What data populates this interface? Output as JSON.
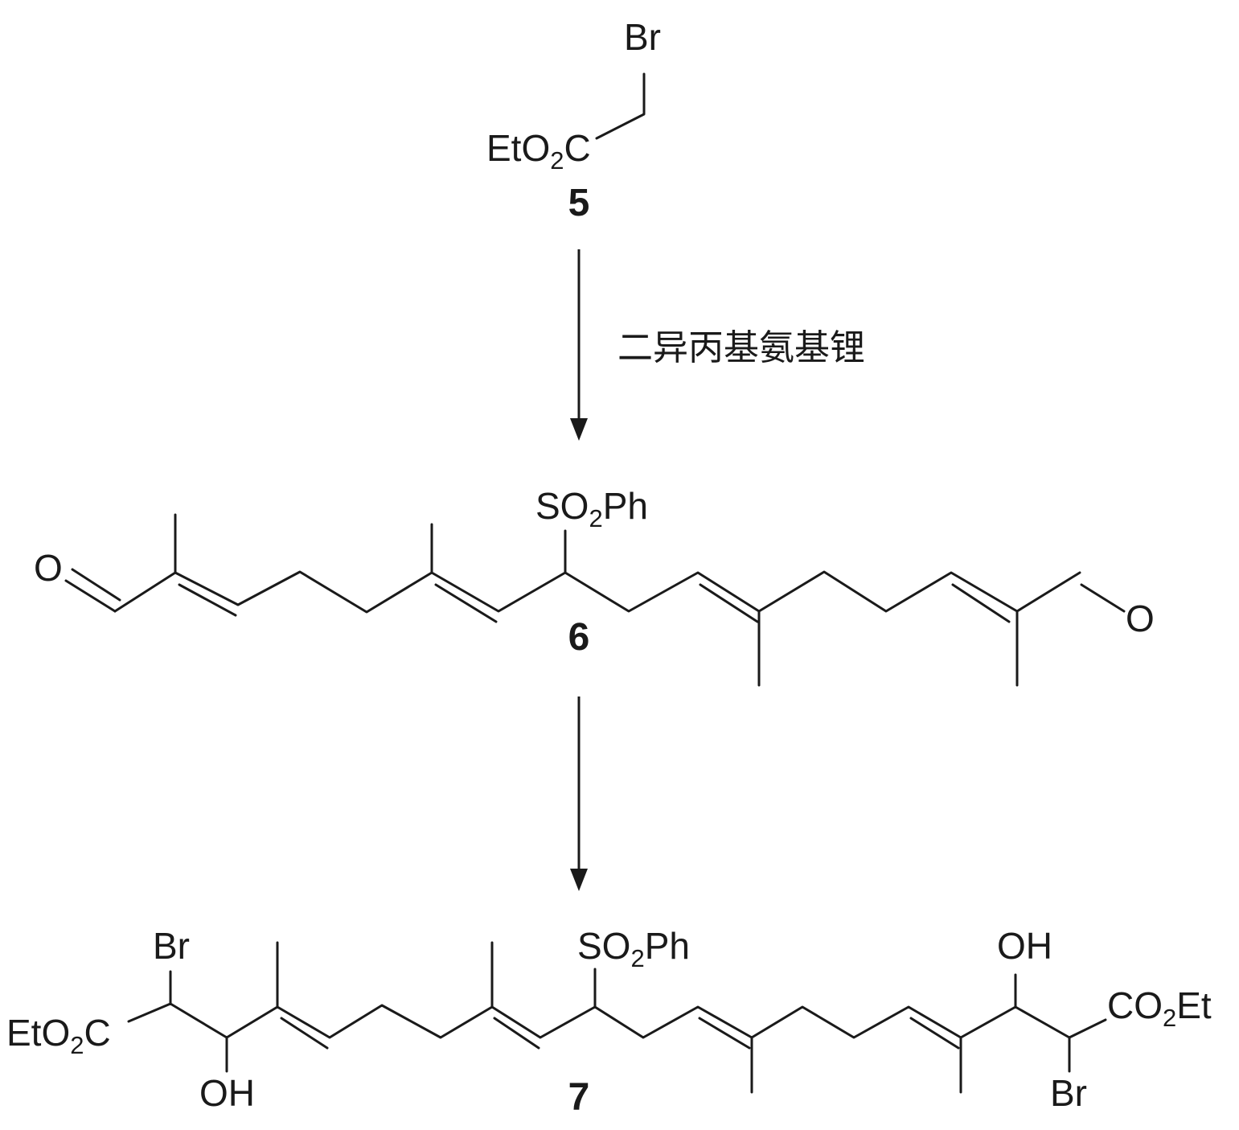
{
  "colors": {
    "ink": "#1a1a1a",
    "background": "#ffffff"
  },
  "compound5": {
    "label": "5",
    "atoms": {
      "br": "Br",
      "ester_prefix": "EtO",
      "ester_sub": "2",
      "ester_c": "C"
    }
  },
  "step1": {
    "reagent": "二异丙基氨基锂"
  },
  "compound6": {
    "label": "6",
    "atoms": {
      "o_left": "O",
      "o_right": "O",
      "sulfonyl_s": "SO",
      "sulfonyl_sub": "2",
      "sulfonyl_ph": "Ph"
    }
  },
  "compound7": {
    "label": "7",
    "atoms": {
      "br_left": "Br",
      "ester_left_prefix": "EtO",
      "ester_left_sub": "2",
      "ester_left_c": "C",
      "oh_left": "OH",
      "sulfonyl_s": "SO",
      "sulfonyl_sub": "2",
      "sulfonyl_ph": "Ph",
      "oh_right": "OH",
      "ester_right_co": "CO",
      "ester_right_sub": "2",
      "ester_right_et": "Et",
      "br_right": "Br"
    }
  }
}
